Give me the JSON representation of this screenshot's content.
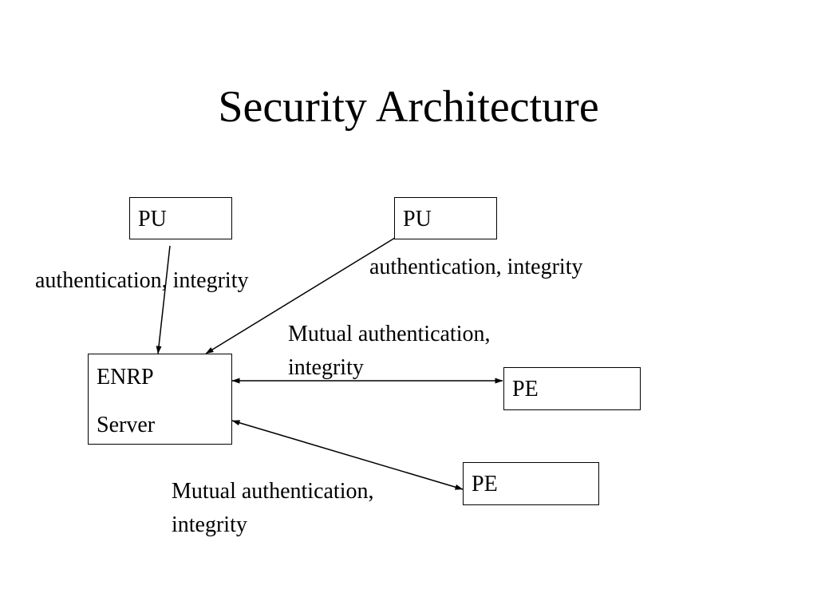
{
  "slide": {
    "title": "Security Architecture"
  },
  "nodes": {
    "pu_left": {
      "label": "PU"
    },
    "pu_right": {
      "label": "PU"
    },
    "enrp_server": {
      "line1": "ENRP",
      "line2": "Server"
    },
    "pe_top": {
      "label": "PE"
    },
    "pe_bottom": {
      "label": "PE"
    }
  },
  "edges": {
    "pu_left_to_enrp": {
      "label": "authentication, integrity",
      "direction": "one-way"
    },
    "pu_right_to_enrp": {
      "label": "authentication, integrity",
      "direction": "one-way"
    },
    "enrp_to_pe_top": {
      "line1": "Mutual authentication,",
      "line2": "integrity",
      "direction": "two-way"
    },
    "enrp_to_pe_bottom": {
      "line1": "Mutual authentication,",
      "line2": "integrity",
      "direction": "two-way"
    }
  },
  "colors": {
    "background": "#ffffff",
    "foreground": "#000000"
  }
}
